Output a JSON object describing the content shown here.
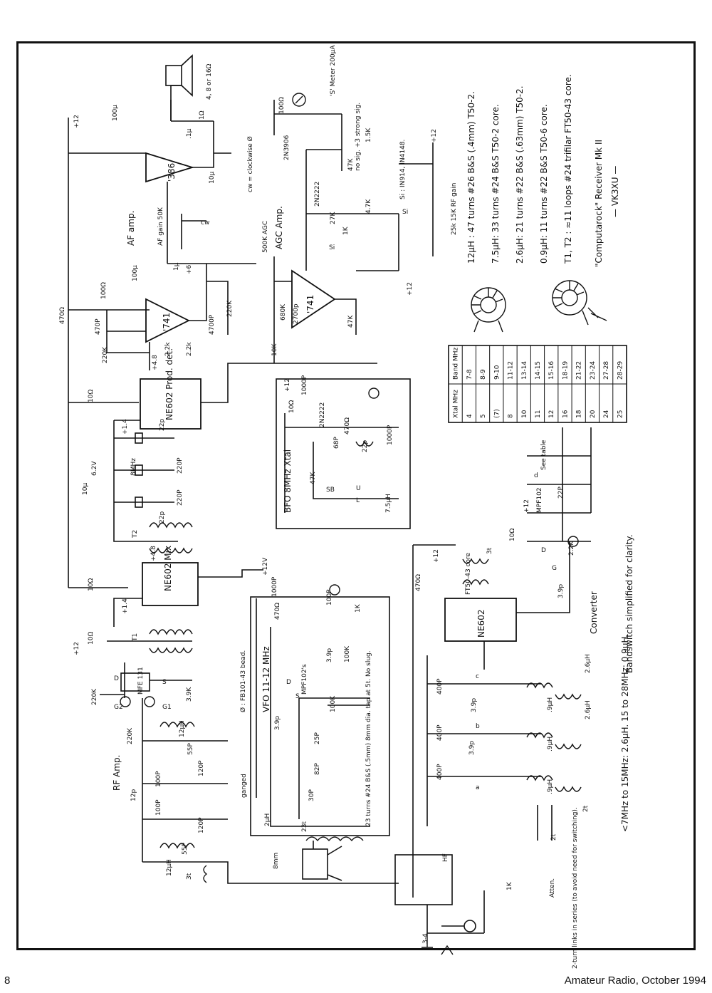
{
  "footer": {
    "page_number": "8",
    "source": "Amateur Radio, October 1994"
  },
  "title": {
    "line1": "\"Computarock\" Receiver Mk II",
    "line2": "— VK3XU —"
  },
  "coil_notes": [
    "12μH : 47 turns #26 B&S (.4mm) T50-2.",
    "7.5μH: 33 turns #24 B&S T50-2 core.",
    "2.6μH: 21 turns #22 B&S (.63mm) T50-2.",
    "0.9μH: 11 turns #22 B&S T50-6 core.",
    "T1, T2 : ≈11 loops #24 trifilar FT50-43 core."
  ],
  "xtal_table": {
    "headers": [
      "Xtal MHz",
      "Band MHz"
    ],
    "rows": [
      [
        "4",
        "7-8"
      ],
      [
        "5",
        "8-9"
      ],
      [
        "(7)",
        "9-10"
      ],
      [
        "8",
        "11-12"
      ],
      [
        "10",
        "13-14"
      ],
      [
        "11",
        "14-15"
      ],
      [
        "12",
        "15-16"
      ],
      [
        "16",
        "18-19"
      ],
      [
        "18",
        "21-22"
      ],
      [
        "20",
        "23-24"
      ],
      [
        "24",
        "27-28"
      ],
      [
        "25",
        "28-29"
      ]
    ]
  },
  "notes": {
    "bandswitch": "Bandswitch simplified for clarity.",
    "band_ranges": "<7MHz to 15MHz: 2.6μH.  15 to 28MHz: 0.9μH.",
    "links": "2-turn links in series (to avoid need for switching).",
    "bead": "Ø : FB101-43 bead.",
    "cw": "cw = clockwise Ø",
    "diodes": "Si : IN914, IN4148.",
    "ft50_core": "FT50-43 core",
    "vfo_coil": "23 turns #24 B&S (.5mm) 8mm dia. tap at 5t. No slug.",
    "see_table": "See table",
    "sig": "no sig. +3 strong sig."
  },
  "sections": {
    "rf_amp": "RF Amp.",
    "af_amp": "AF amp.",
    "agc_amp": "AGC Amp.",
    "vfo": "VFO 11-12 MHz",
    "bfo": "BFO 8MHz Xtal",
    "converter": "Converter",
    "mixer": "NE602 Mix",
    "product_det": "NE602 Prod. det.",
    "converter_ic": "NE602",
    "af_ic": "'386",
    "preamp_ic": "'741",
    "agc_ic": "'741",
    "atten": "Atten.",
    "hf": "HF",
    "range": "3-4",
    "ganged": "ganged",
    "meter": "'S' Meter 200μA",
    "speaker": "4, 8 or 16Ω",
    "af_gain": "AF gain 50K",
    "rf_gain": "25k 15K RF gain",
    "agc_pot": "500K AGC",
    "mfe": "MFE 131",
    "mpf_vfo": "MPF102's",
    "mpf_conv": "MPF102",
    "bjt_bfo": "2N2222",
    "bjt_agc": "2N2222",
    "bjt_meter": "2N3906",
    "tune_cap": "8mm",
    "turns_2uh": "2μH",
    "turns_23t": "23t",
    "t1": "T1",
    "t2": "T2",
    "xtal_8mhz": "8MHz",
    "zener": "6.2V"
  },
  "rails": {
    "plus12": "+12",
    "plus12v": "+12V",
    "plus6": "+6",
    "plus48": "+4.8",
    "plus14": "+1.4"
  },
  "values": {
    "c100u": "100μ",
    "c10u": "10μ",
    "c1u": "1μ",
    "c01u": ".1μ",
    "r10": "10Ω",
    "r470": "470Ω",
    "r100": "100Ω",
    "r1": "1Ω",
    "r220k": "220K",
    "r22k": "2.2k",
    "c470p": "470P",
    "c4700p": "4700P",
    "c2700p": "2700p",
    "r680k": "680K",
    "r10k": "10K",
    "r47k": "47K",
    "r27k": "27K",
    "r1k": "1K",
    "r15k": "1.5K",
    "r47": "4.7K",
    "c22p": "22p",
    "c220p": "220P",
    "c1000p": "1000P",
    "c68p": "68P",
    "c39p": "3.9p",
    "c400p": "400P",
    "c25p": "25P",
    "c82p": "82P",
    "c30p": "30P",
    "c12p": "12p",
    "c100p": "100P",
    "c120p": "120P",
    "c55p": "55P",
    "c22pv": "22P",
    "r100k": "100K",
    "r39k": "3.9K",
    "r22kb": "2.2K",
    "l12u": "12μH",
    "l26u": "2.6μH",
    "l09u": ".9μH",
    "l75u": "7.5μH",
    "t3": "3t",
    "t2turns": "2t",
    "sw_a": "a",
    "sw_b": "b",
    "sw_c": "c",
    "sw_d": "d",
    "g1": "G1",
    "g2": "G2",
    "pin_d": "D",
    "pin_s": "S",
    "pin_g": "G",
    "sb": "SB",
    "usb": "U",
    "lsb": "L",
    "si": "Si",
    "cw": "cw",
    "r220ka": "220K",
    "r220kb": "220K",
    "r10ohm": "10Ω"
  }
}
